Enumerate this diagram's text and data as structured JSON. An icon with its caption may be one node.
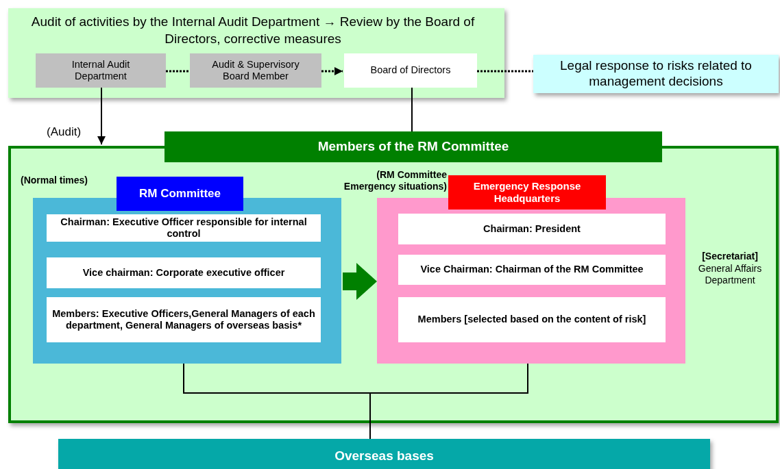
{
  "diagram": {
    "nodes": [
      {
        "text": [
          "Audit of activities by the Internal Audit Department → Review by the Board of Directors, corrective measures"
        ]
      },
      {
        "text": [
          "Internal Audit Department"
        ],
        "in": 0
      },
      {
        "text": [
          "Audit & Supervisory Board Member"
        ],
        "in": 0
      },
      {
        "text": [
          "Board of Directors"
        ],
        "in": 0
      },
      {
        "text": [
          "Legal response to risks related to management decisions"
        ]
      },
      {
        "text": [
          "Members of the RM Committee"
        ]
      },
      {
        "text": [
          "RM Committee"
        ],
        "in": 5,
        "beside": [
          "(Normal times)"
        ]
      },
      {
        "text": [
          "Chairman: Executive Officer responsible for internal control"
        ],
        "in": 6
      },
      {
        "text": [
          "Vice chairman: Corporate executive officer"
        ],
        "in": 6
      },
      {
        "text": [
          "Members: Executive Officers,General Managers of each department, General Managers of overseas basis*"
        ],
        "in": 6
      },
      {
        "text": [
          "Emergency Response Headquarters"
        ],
        "in": 5,
        "beside": [
          "(RM Committee Emergency situations)"
        ]
      },
      {
        "text": [
          "Chairman: President"
        ],
        "in": 10
      },
      {
        "text": [
          "Vice Chairman: Chairman of the RM Committee"
        ],
        "in": 10
      },
      {
        "text": [
          "Members [selected based on the content of risk]"
        ],
        "in": 10
      },
      {
        "text": [
          "Overseas bases"
        ]
      }
    ],
    "edges": [
      {
        "from": 1,
        "to": 2,
        "arrow": "none",
        "style": "dashed"
      },
      {
        "from": 2,
        "to": 3,
        "arrow": "to",
        "style": "dashed"
      },
      {
        "from": 3,
        "to": 4,
        "arrow": "none",
        "style": "dashed"
      },
      {
        "from": 1,
        "to": 5,
        "arrow": "to",
        "label": "(Audit)"
      },
      {
        "from": 3,
        "to": 5,
        "arrow": "none"
      },
      {
        "from": 6,
        "to": 10,
        "arrow": "to",
        "style": "thick",
        "color": "#008000"
      },
      {
        "from": 6,
        "to": 14,
        "arrow": "none"
      },
      {
        "from": 10,
        "to": 14,
        "arrow": "none"
      }
    ],
    "labels": [
      "[Secretariat]",
      "General Affairs Department"
    ]
  }
}
